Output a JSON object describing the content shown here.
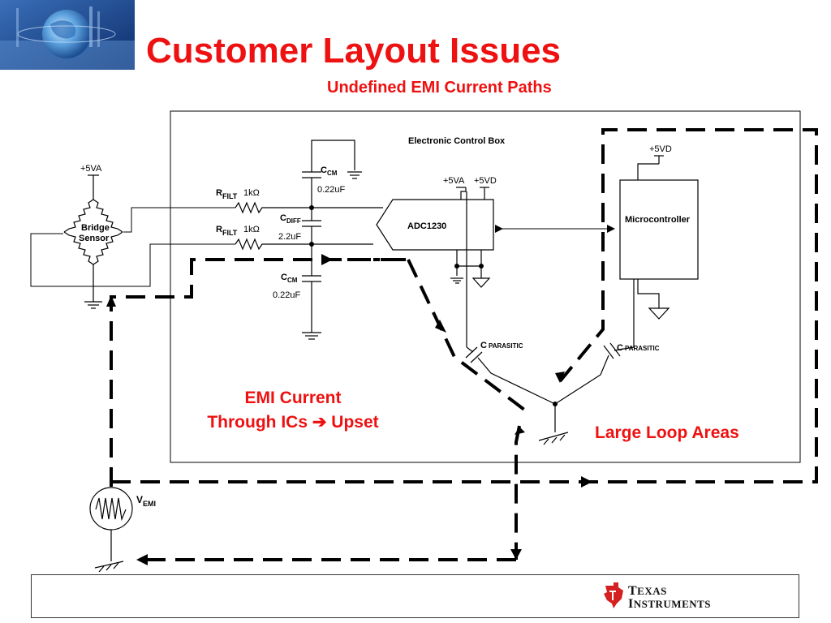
{
  "slide": {
    "title": "Customer Layout Issues",
    "subtitle": "Undefined EMI Current Paths"
  },
  "colors": {
    "title": "#ee1111",
    "line": "#000000"
  },
  "diagram": {
    "box_label": "Electronic Control Box",
    "bridge": {
      "label_line1": "Bridge",
      "label_line2": "Sensor",
      "supply": "+5VA"
    },
    "rfilt_top": {
      "name": "R",
      "sub": "FILT",
      "value": "1kΩ"
    },
    "rfilt_bottom": {
      "name": "R",
      "sub": "FILT",
      "value": "1kΩ"
    },
    "ccm_top": {
      "name": "C",
      "sub": "CM",
      "value": "0.22uF"
    },
    "cdiff": {
      "name": "C",
      "sub": "DIFF",
      "value": "2.2uF"
    },
    "ccm_bottom": {
      "name": "C",
      "sub": "CM",
      "value": "0.22uF"
    },
    "adc": {
      "label": "ADC1230",
      "supply_a": "+5VA",
      "supply_d": "+5VD"
    },
    "mcu": {
      "label": "Microcontroller",
      "supply": "+5VD"
    },
    "cparasitic_left": {
      "name": "C",
      "sub": "PARASITIC"
    },
    "cparasitic_right": {
      "name": "C",
      "sub": "PARASITIC"
    },
    "emi_text_line1": "EMI Current",
    "emi_text_line2": "Through ICs ➔ Upset",
    "loop_text": "Large Loop Areas",
    "vemi": {
      "name": "V",
      "sub": "EMI"
    }
  },
  "footer": {
    "logo": {
      "line1_initial": "T",
      "line1_rest": "EXAS",
      "line2_initial": "I",
      "line2_rest": "NSTRUMENTS"
    }
  }
}
